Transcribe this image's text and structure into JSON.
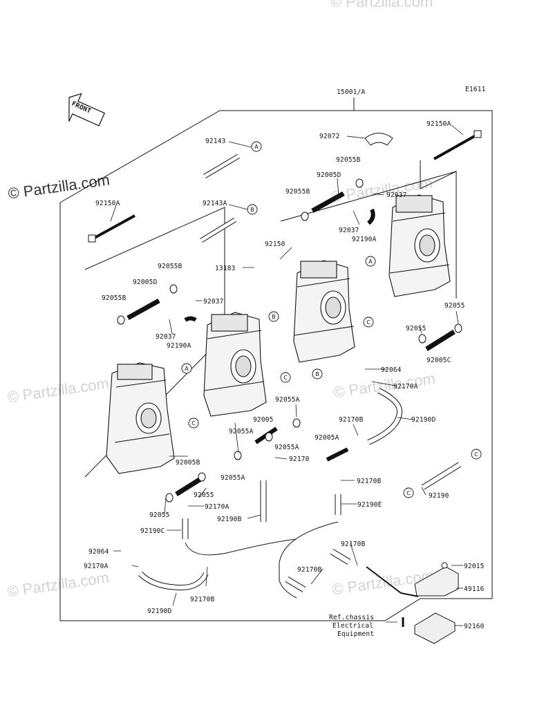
{
  "figure_code": "E1611",
  "assembly_label": "15001/A",
  "front_marker": "FRONT",
  "watermarks": {
    "main": "© Partzilla.com",
    "faint": "© Partzilla.com"
  },
  "ref_note": [
    "Ref.chassis",
    "Electrical",
    "Equipment"
  ],
  "ref_circles": [
    "A",
    "B",
    "C"
  ],
  "parts": {
    "p92143": "92143",
    "p92143a": "92143A",
    "p92150a": "92150A",
    "p92150": "92150",
    "p13183": "13183",
    "p92072": "92072",
    "p92055b": "92055B",
    "p92005d": "92005D",
    "p92037": "92037",
    "p92190a": "92190A",
    "p92055": "92055",
    "p92005c": "92005C",
    "p92064": "92064",
    "p92170a": "92170A",
    "p92190d": "92190D",
    "p92055a": "92055A",
    "p92005": "92005",
    "p92170": "92170",
    "p92005b": "92005B",
    "p92170b": "92170B",
    "p92005a": "92005A",
    "p92190b": "92190B",
    "p92190c": "92190C",
    "p92190e": "92190E",
    "p92190": "92190",
    "p92015": "92015",
    "p49116": "49116",
    "p92160": "92160"
  },
  "colors": {
    "line": "#111111",
    "watermark": "#d3d3d3"
  }
}
